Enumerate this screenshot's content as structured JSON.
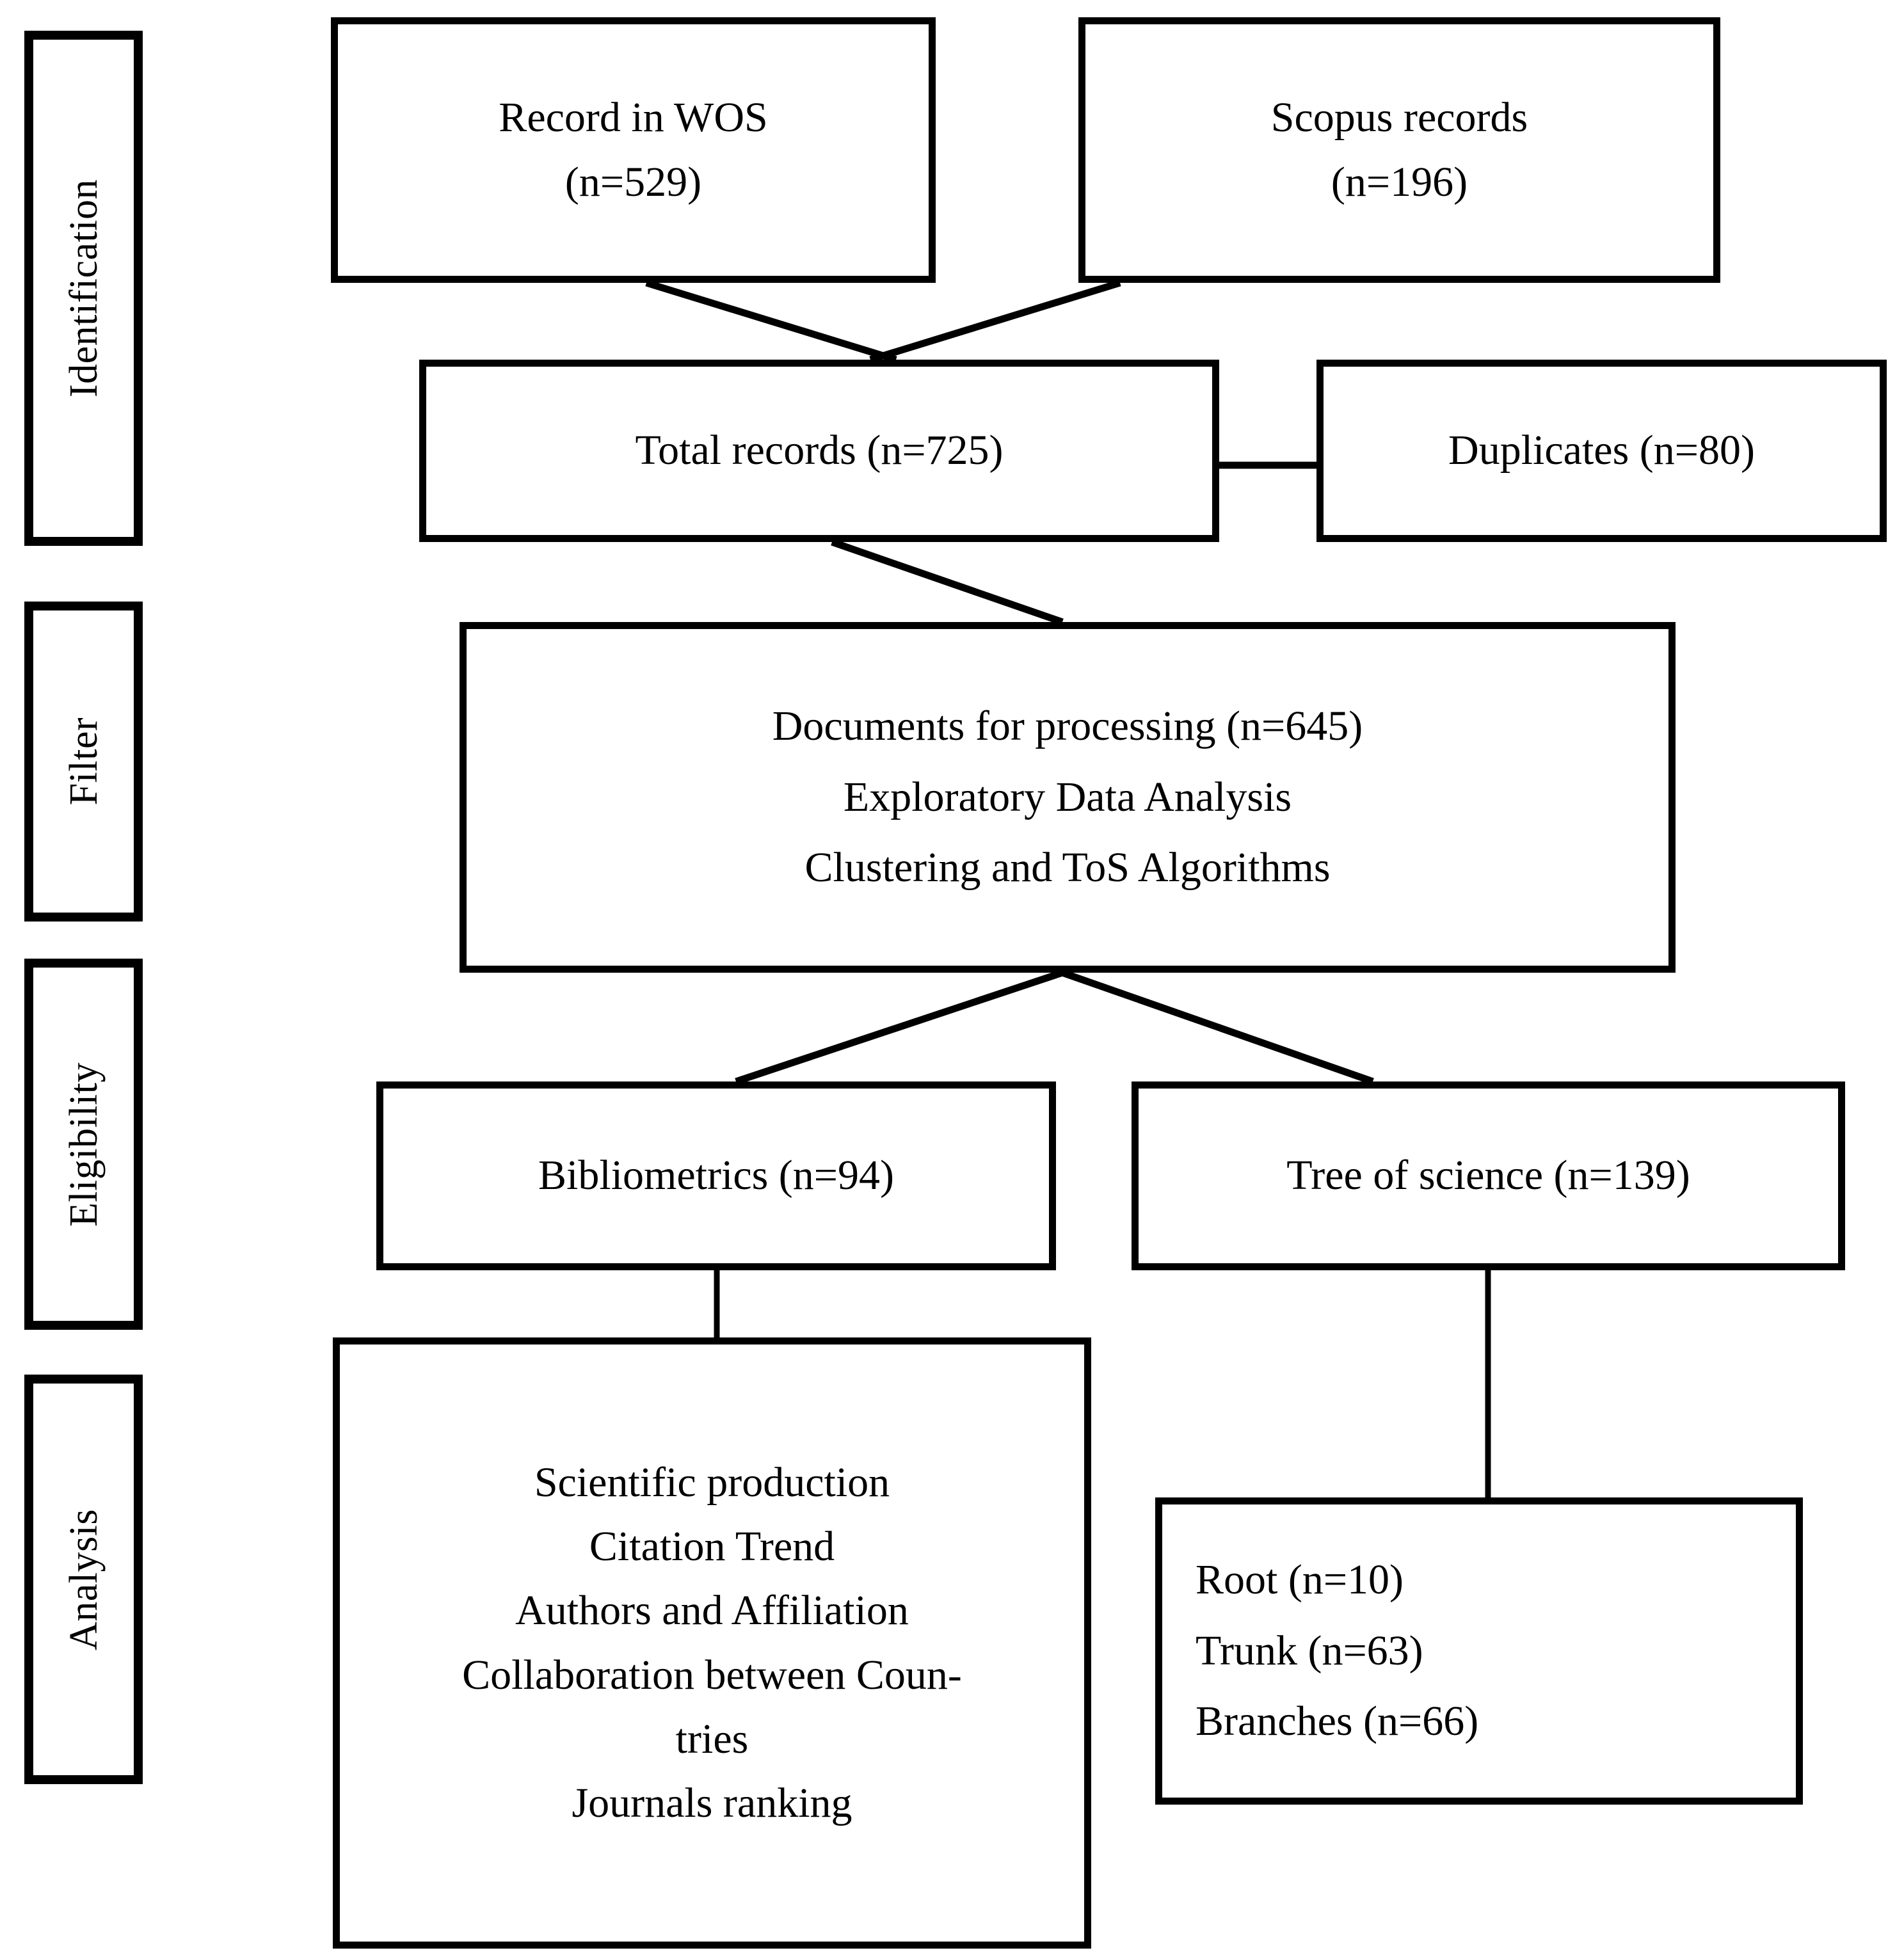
{
  "diagram": {
    "type": "prisma-flow-diagram",
    "stages": [
      {
        "id": "identification",
        "label": "Identification"
      },
      {
        "id": "filter",
        "label": "Filter"
      },
      {
        "id": "eligibility",
        "label": "Eligibility"
      },
      {
        "id": "analysis",
        "label": "Analysis"
      }
    ],
    "nodes": {
      "wos": {
        "line1": "Record in WOS",
        "line2": "(n=529)"
      },
      "scopus": {
        "line1": "Scopus records",
        "line2": "(n=196)"
      },
      "total": {
        "line1": "Total records (n=725)"
      },
      "duplicates": {
        "line1": "Duplicates (n=80)"
      },
      "processing": {
        "line1": "Documents for processing (n=645)",
        "line2": "Exploratory Data Analysis",
        "line3": "Clustering and ToS Algorithms"
      },
      "bibliometrics": {
        "line1": "Bibliometrics (n=94)"
      },
      "treeofscience": {
        "line1": "Tree of science (n=139)"
      },
      "bibliometric_analyses": {
        "line1": "Scientific production",
        "line2": "Citation Trend",
        "line3": "Authors and Affiliation",
        "line4": "Collaboration between Coun-",
        "line5": "tries",
        "line6": "Journals ranking"
      },
      "tos_parts": {
        "line1": "Root (n=10)",
        "line2": "Trunk (n=63)",
        "line3": "Branches (n=66)"
      }
    },
    "counts": {
      "wos_records": 529,
      "scopus_records": 196,
      "total_records": 725,
      "duplicates": 80,
      "documents_for_processing": 645,
      "bibliometrics": 94,
      "tree_of_science": 139,
      "root": 10,
      "trunk": 63,
      "branches": 66
    },
    "colors": {
      "stroke": "#000000",
      "fill": "#ffffff",
      "text": "#000000"
    }
  }
}
